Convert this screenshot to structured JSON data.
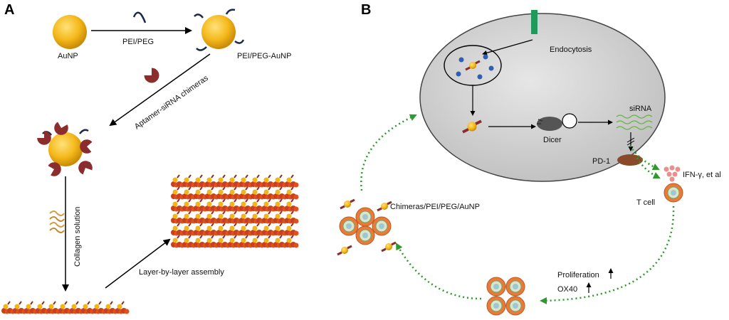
{
  "panels": {
    "a": "A",
    "b": "B"
  },
  "panel_a": {
    "aunp": "AuNP",
    "pei_peg": "PEI/PEG",
    "pei_peg_aunp": "PEI/PEG-AuNP",
    "aptamer": "Aptamer-siRNA chimeras",
    "collagen": "Collagen solution",
    "layer": "Layer-by-layer assembly"
  },
  "panel_b": {
    "endocytosis": "Endocytosis",
    "sirna": "siRNA",
    "dicer": "Dicer",
    "pd1": "PD-1",
    "ifn": "IFN-γ, et al",
    "tcell": "T cell",
    "chimeras": "Chimeras/PEI/PEG/AuNP",
    "proliferation": "Proliferation",
    "ox40": "OX40"
  },
  "colors": {
    "gold": "#f2b51a",
    "chimera": "#8b2d2d",
    "green_arrow": "#2e9a2e",
    "cell_fill": "#dcdcdc",
    "tcell_orange": "#e87b3a",
    "pd1_brown": "#8a4a2a"
  }
}
